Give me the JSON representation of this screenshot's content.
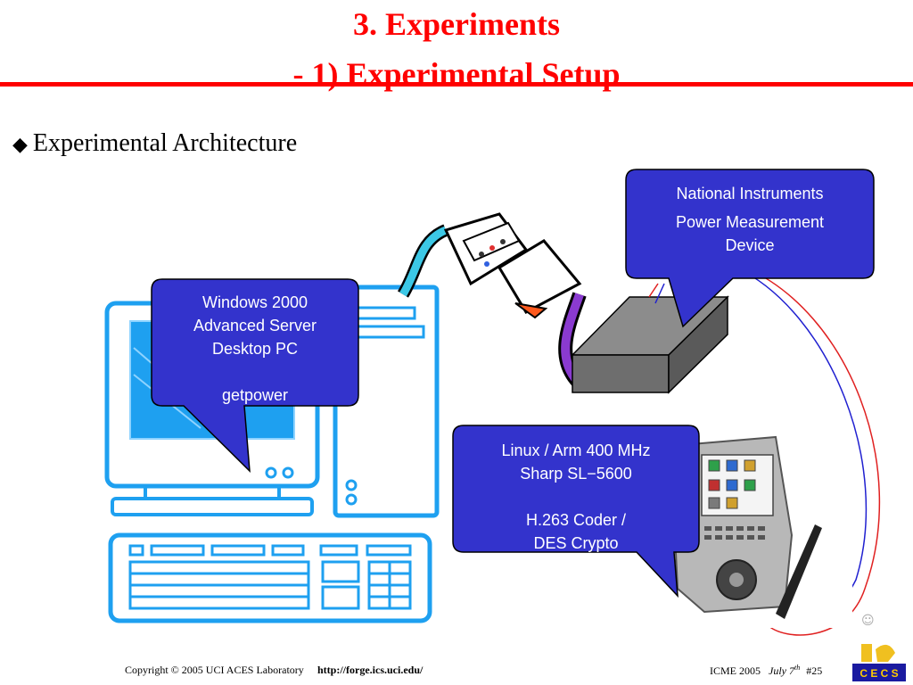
{
  "title_line1": "3. Experiments",
  "title_line2": "- 1) Experimental Setup",
  "bullet": "Experimental Architecture",
  "callouts": {
    "ni": {
      "line1": "National Instruments",
      "line2": "",
      "line3": "Power Measurement",
      "line4": "Device"
    },
    "pc": {
      "line1": "Windows 2000",
      "line2": "Advanced Server",
      "line3": "Desktop PC",
      "line4": "",
      "line5": "getpower"
    },
    "pda": {
      "line1": "Linux / Arm 400 MHz",
      "line2": "Sharp SL−5600",
      "line3": "",
      "line4": "H.263 Coder /",
      "line5": "DES Crypto"
    }
  },
  "footer": {
    "copyright": "Copyright © 2005  UCI ACES Laboratory",
    "url": "http://forge.ics.uci.edu/",
    "conf": "ICME 2005",
    "date": "July 7",
    "date_sup": "th",
    "page": "#25"
  },
  "logo_text": "C E C S",
  "colors": {
    "title": "#ff0000",
    "callout": "#3333cc",
    "computer": "#1ea0f0"
  }
}
